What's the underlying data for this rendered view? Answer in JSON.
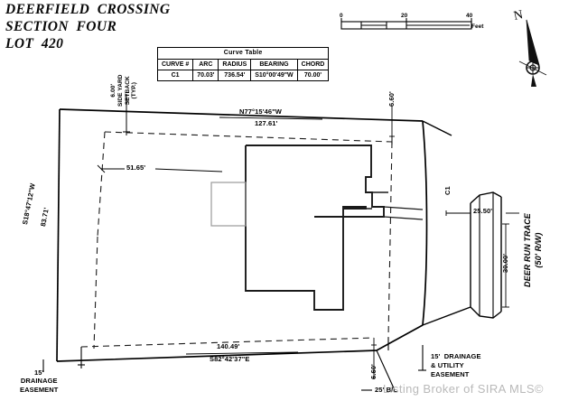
{
  "title": {
    "line1": "DEERFIELD  CROSSING",
    "line2": "SECTION  FOUR",
    "line3": "LOT  420",
    "full": "DEERFIELD  CROSSING\nSECTION  FOUR\nLOT  420"
  },
  "curve_table": {
    "caption": "Curve Table",
    "headers": [
      "CURVE #",
      "ARC",
      "RADIUS",
      "BEARING",
      "CHORD"
    ],
    "rows": [
      [
        "C1",
        "70.03'",
        "736.54'",
        "S10°00'49\"W",
        "70.00'"
      ]
    ]
  },
  "scale_bar": {
    "ticks": [
      "0",
      "20",
      "40"
    ],
    "units": "Feet"
  },
  "north_arrow": {
    "label": "N",
    "icon": "north-arrow-icon"
  },
  "boundary": {
    "north": {
      "bearing": "N77°15'46\"W",
      "distance": "127.61'"
    },
    "west": {
      "bearing": "S18°47'12\"W",
      "distance": "83.71'"
    },
    "south": {
      "bearing": "S82°42'37\"E",
      "distance": "140.49'"
    },
    "east_curve": "C1"
  },
  "dimensions": {
    "setback_side_yard": "6.00'\nSIDE YARD\nSETBACK\n(TYP.)",
    "front_offset_left": "51.65'",
    "offset_top_right": "6.60'",
    "offset_bottom_right": "6.60'",
    "rear_offset": "25.50'",
    "right_depth": "30.00'"
  },
  "easements": {
    "bottom_left": "15'\nDRAINAGE\nEASEMENT",
    "bottom_right": "15'  DRAINAGE\n& UTILITY\nEASEMENT",
    "building_line": "25' B/L"
  },
  "streets": {
    "east": "DEER RUN TRACE\n(50' R/W)"
  },
  "watermark": "Listing Broker of SIRA MLS©",
  "colors": {
    "line": "#000000",
    "gray_line": "#9a9a9a",
    "watermark": "#b9b9b9",
    "background": "#ffffff"
  }
}
